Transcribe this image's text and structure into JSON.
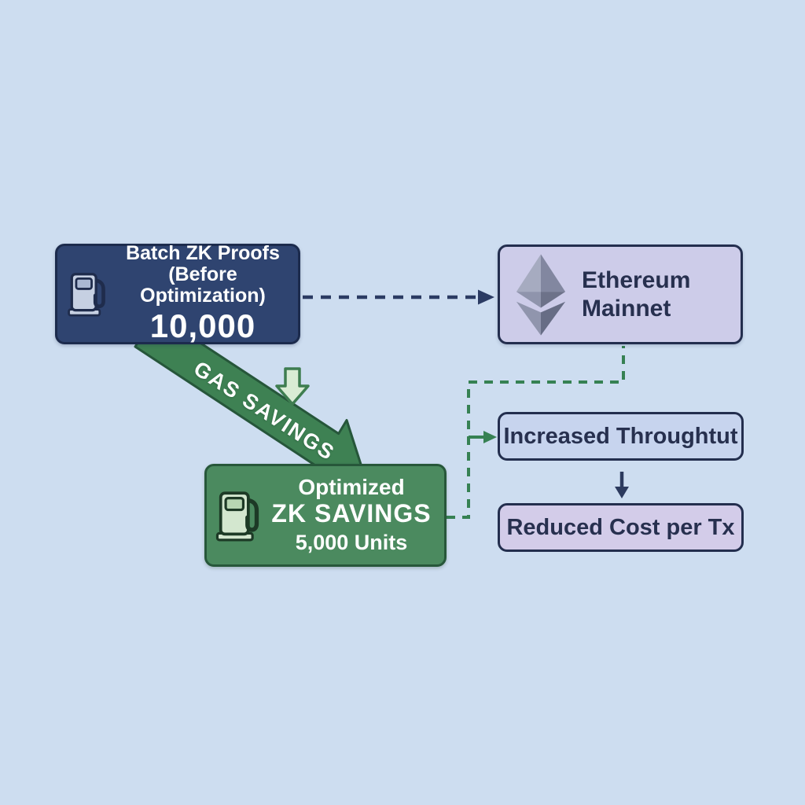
{
  "canvas": {
    "background_color": "#cdddf0"
  },
  "nodes": {
    "before": {
      "line1": "Batch ZK Proofs",
      "line2": "(Before Optimization)",
      "value": "10,000",
      "icon": "gas-pump-icon",
      "fill": "#2f4470",
      "border": "#1c2b4d",
      "text_color": "#ffffff"
    },
    "ethereum": {
      "line1": "Ethereum",
      "line2": "Mainnet",
      "icon": "ethereum-icon",
      "fill": "#cdcce9",
      "border": "#232e4e",
      "text_color": "#27304f"
    },
    "optimized": {
      "line1": "Optimized",
      "line2": "ZK SAVINGS",
      "line3": "5,000 Units",
      "icon": "gas-pump-icon",
      "fill": "#4b8a5f",
      "border": "#27573a",
      "text_color": "#ffffff"
    },
    "throughput": {
      "label": "Increased Throughtut",
      "fill": "#c7d4ee",
      "border": "#232e4e",
      "text_color": "#27304f"
    },
    "cost": {
      "label": "Reduced Cost per Tx",
      "fill": "#d3cce9",
      "border": "#232e4e",
      "text_color": "#27304f"
    }
  },
  "connectors": {
    "before_to_ethereum": {
      "style": "dashed",
      "color": "#2b3b63",
      "from": "before",
      "to": "ethereum"
    },
    "gas_savings_arrow": {
      "label": "GAS SAVINGS",
      "fill": "#3e8153",
      "border": "#26563a",
      "label_color": "#ffffff",
      "from": "before",
      "to": "optimized"
    },
    "small_down_arrow": {
      "fill": "#d9ecd4",
      "border": "#3e7d50"
    },
    "optimized_to_ethereum": {
      "style": "dashed",
      "color": "#368153"
    },
    "branch_to_throughput": {
      "style": "solid-arrow",
      "color": "#368153",
      "to": "throughput"
    },
    "throughput_to_cost": {
      "style": "solid-arrow",
      "color": "#2c3a5e",
      "from": "throughput",
      "to": "cost"
    }
  }
}
